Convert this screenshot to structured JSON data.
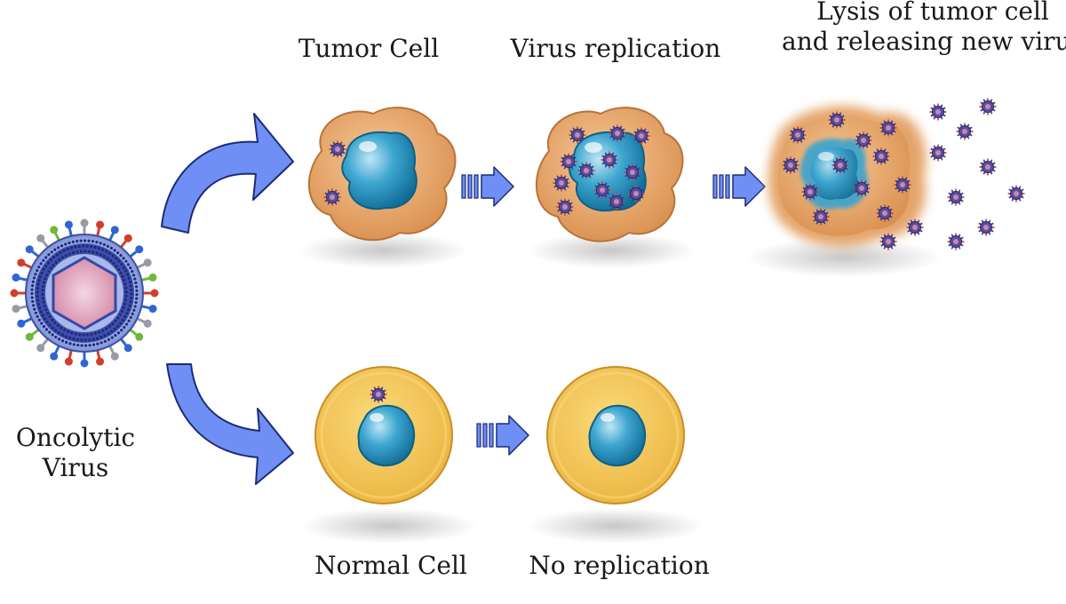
{
  "labels": {
    "tumor_cell": "Tumor Cell",
    "virus_replication": "Virus replication",
    "lysis_line1": "Lysis of tumor cell",
    "lysis_line2": "and releasing new virus",
    "oncolytic_line1": "Oncolytic",
    "oncolytic_line2": "Virus",
    "normal_cell": "Normal Cell",
    "no_replication": "No replication"
  },
  "colors": {
    "arrow_blue": "#6f8ff5",
    "arrow_outline": "#1c2b78",
    "tumor_cytoplasm": "#e9a966",
    "tumor_outline": "#b9733a",
    "normal_cytoplasm": "#f3c24c",
    "normal_outline": "#c98f22",
    "nucleus": "#2f98c4",
    "nucleus_outline": "#0f5f84",
    "virus_body": "#5a4c9e",
    "virus_spikes": "#d13f2c"
  },
  "icons": {
    "oncolytic_virus": "virus-particle-icon",
    "tumor_cell": "tumor-cell-icon",
    "infected_tumor_cell": "infected-tumor-cell-icon",
    "lysed_tumor_cell": "lysed-tumor-cell-icon",
    "normal_cell": "normal-cell-icon",
    "flow_arrow": "triple-bar-arrow-icon",
    "curved_arrow": "curved-arrow-icon"
  }
}
